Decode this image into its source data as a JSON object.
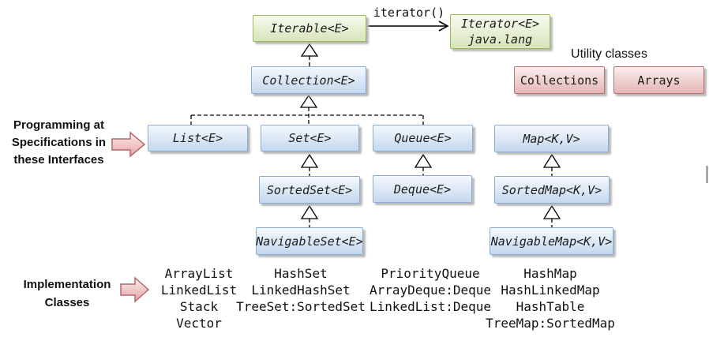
{
  "boxes": {
    "iterable": "Iterable<E>",
    "iterator_line1": "Iterator<E>",
    "iterator_line2": "java.lang",
    "collection": "Collection<E>",
    "list": "List<E>",
    "set": "Set<E>",
    "queue": "Queue<E>",
    "map": "Map<K,V>",
    "sorted_set": "SortedSet<E>",
    "deque": "Deque<E>",
    "sorted_map": "SortedMap<K,V>",
    "navigable_set": "NavigableSet<E>",
    "navigable_map": "NavigableMap<K,V>"
  },
  "utility": {
    "title": "Utility classes",
    "collections": "Collections",
    "arrays": "Arrays"
  },
  "annotations": {
    "iterator_method": "iterator()",
    "programming": [
      "Programming at",
      "Specifications in",
      "these Interfaces"
    ],
    "implementation": [
      "Implementation",
      "Classes"
    ]
  },
  "implementations": {
    "list": [
      "ArrayList",
      "LinkedList",
      "Stack",
      "Vector"
    ],
    "set": [
      "HashSet",
      "LinkedHashSet",
      "TreeSet:SortedSet"
    ],
    "queue": [
      "PriorityQueue",
      "ArrayDeque:Deque",
      "LinkedList:Deque"
    ],
    "map": [
      "HashMap",
      "HashLinkedMap",
      "HashTable",
      "TreeMap:SortedMap"
    ]
  },
  "colors": {
    "interface_border": "#8aaed6",
    "interface_fill_bottom": "#c3d7ee",
    "green_border": "#9cba59",
    "green_fill_bottom": "#d6e4ba",
    "utility_border": "#bd7270",
    "utility_fill_bottom": "#e4b5b4",
    "pink_arrow_border": "#b4696b",
    "pink_arrow_fill": "#efc2c2",
    "connector": "#000000"
  }
}
